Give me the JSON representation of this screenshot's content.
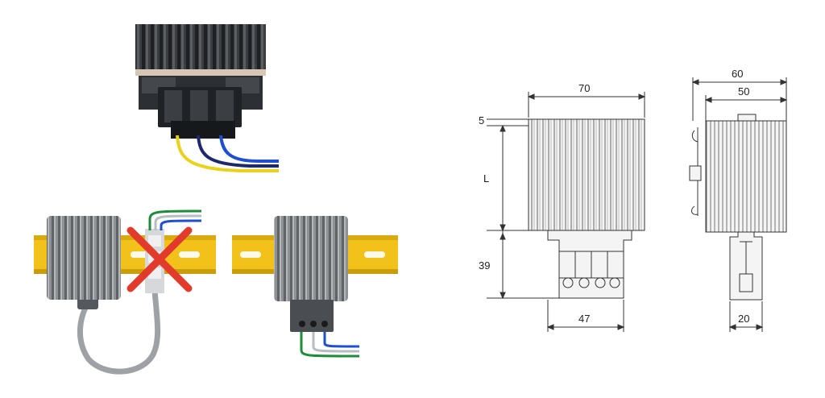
{
  "dimensions": {
    "front_width": "70",
    "top_gap": "5",
    "body_length": "L",
    "terminal_height": "39",
    "terminal_width": "47",
    "side_depth_total": "60",
    "side_depth_body": "50",
    "side_terminal_width": "20"
  },
  "colors": {
    "rail_yellow": "#f2c21a",
    "rail_shadow": "#c99d0c",
    "heater_gray": "#8a8d90",
    "housing_dark": "#2c2f33",
    "wire_yellow": "#e8d21d",
    "wire_blue": "#1f4fd1",
    "wire_green": "#1e8c3a",
    "wire_gray": "#b9bcc0",
    "forbidden_red": "#e23b2b",
    "drawing_line": "#333333"
  }
}
